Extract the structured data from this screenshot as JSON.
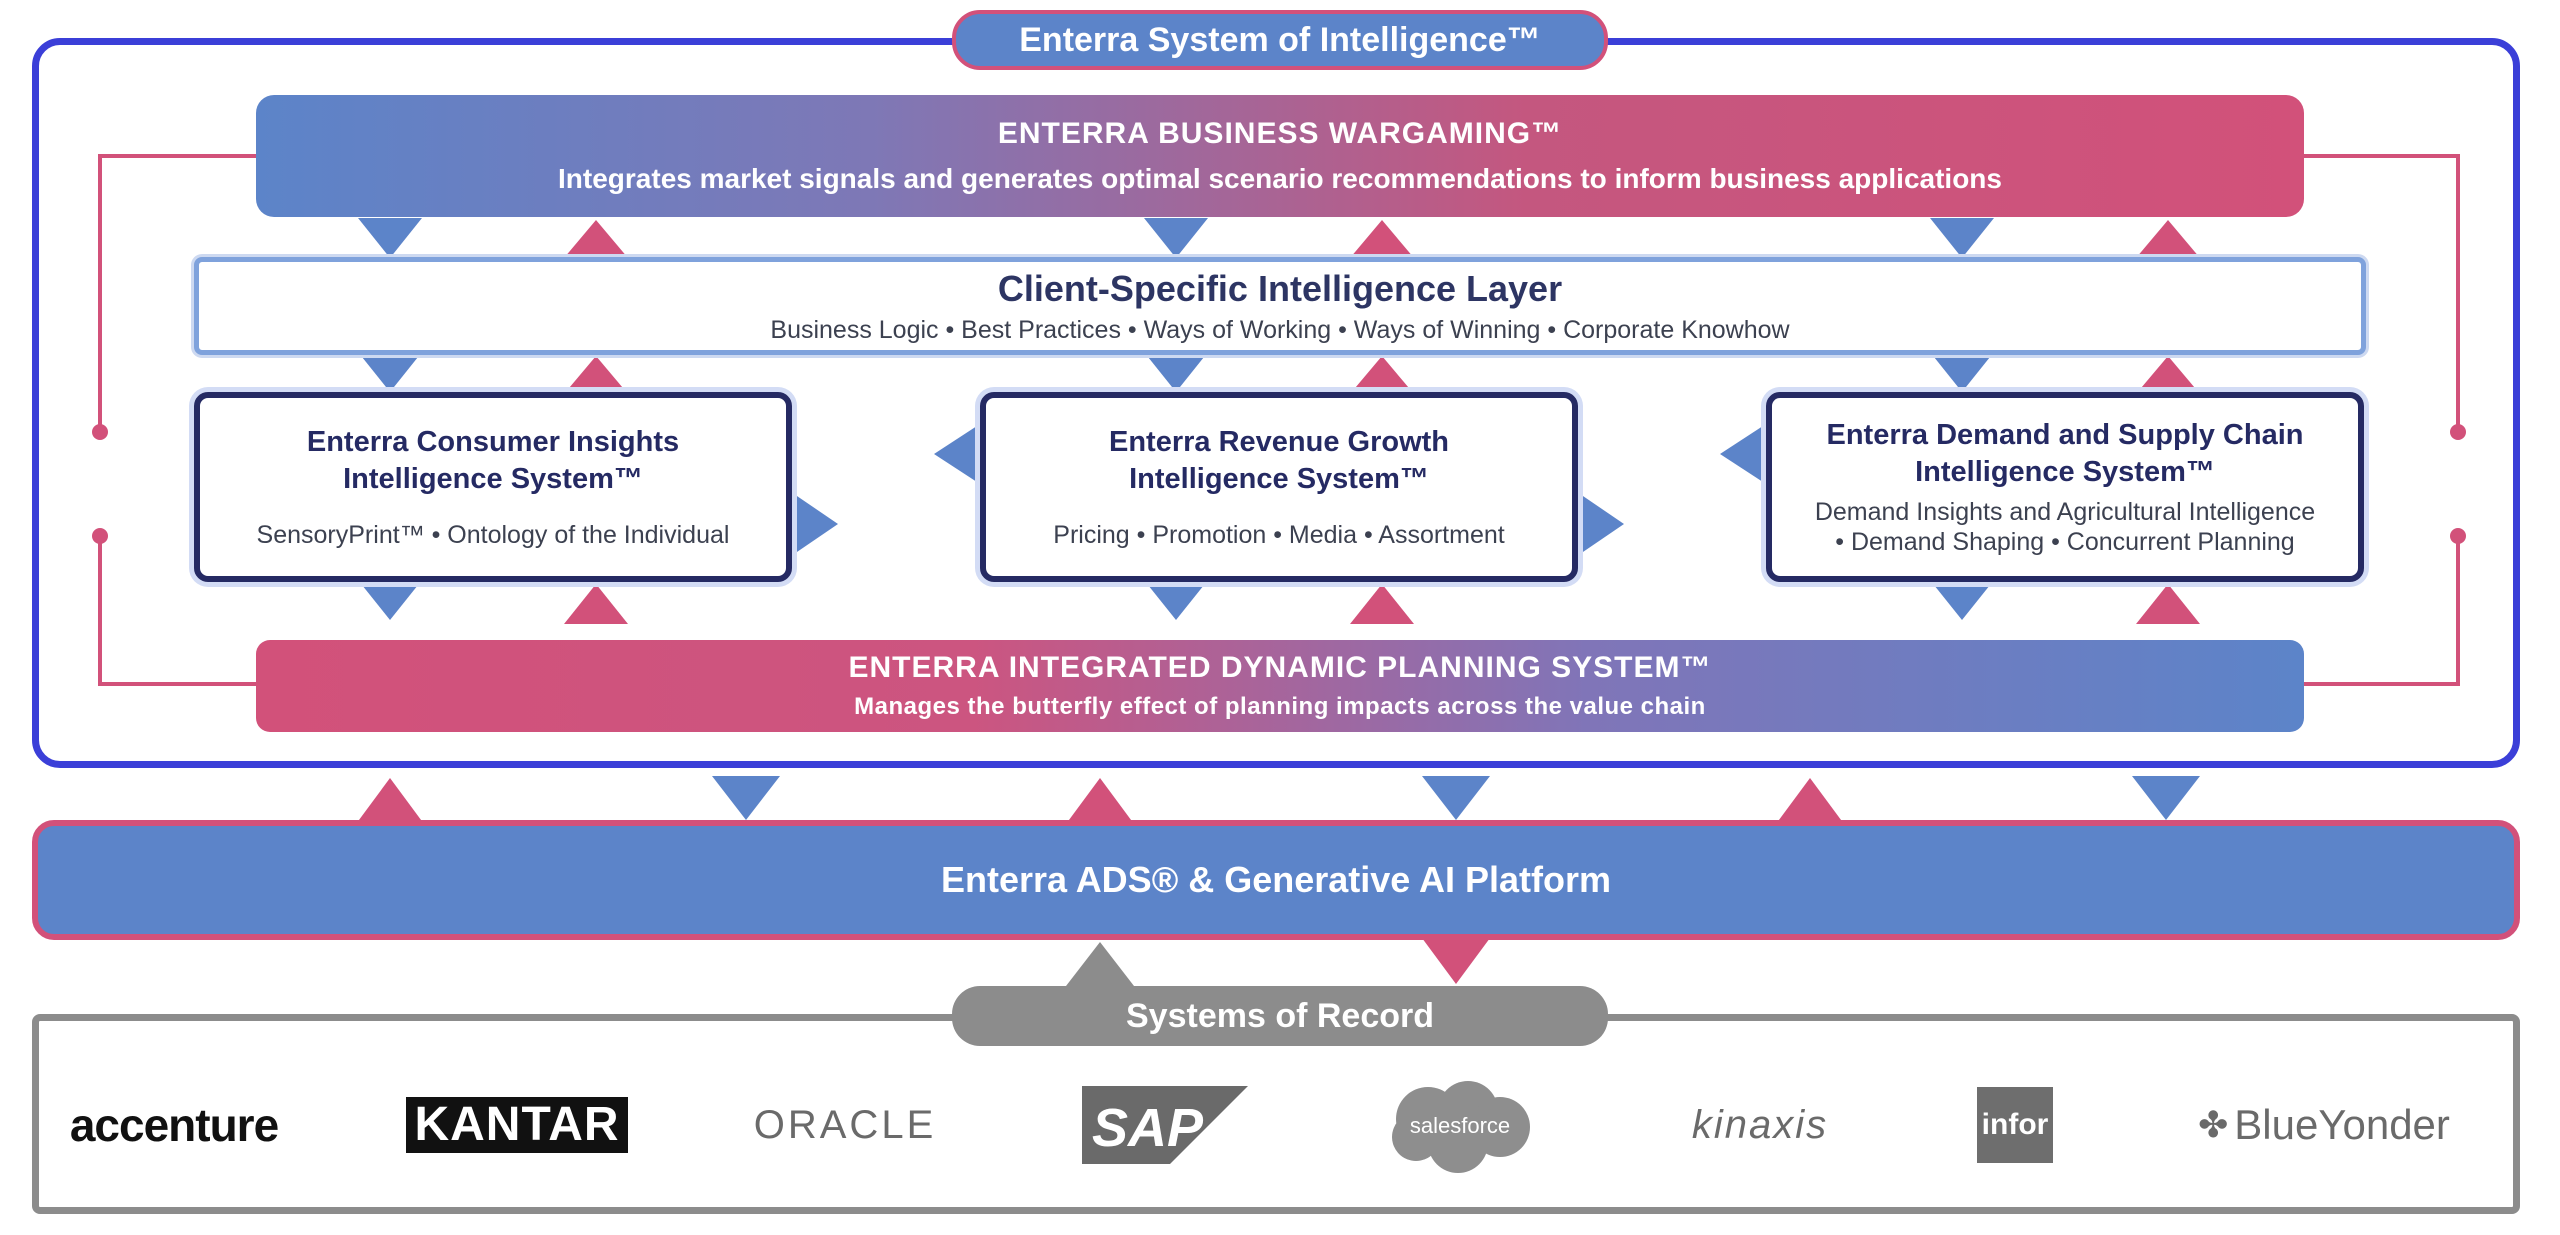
{
  "title": "Enterra System of Intelligence™",
  "wargaming": {
    "title": "ENTERRA BUSINESS WARGAMING™",
    "subtitle": "Integrates market signals and generates optimal scenario recommendations to inform  business applications"
  },
  "client_layer": {
    "title": "Client-Specific Intelligence Layer",
    "subtitle": "Business Logic • Best Practices • Ways of Working • Ways of Winning • Corporate Knowhow"
  },
  "systems": [
    {
      "title_line1": "Enterra Consumer Insights",
      "title_line2": "Intelligence System™",
      "detail_line1": "SensoryPrint™ • Ontology of the Individual",
      "detail_line2": ""
    },
    {
      "title_line1": "Enterra Revenue Growth",
      "title_line2": "Intelligence System™",
      "detail_line1": "Pricing • Promotion • Media • Assortment",
      "detail_line2": ""
    },
    {
      "title_line1": "Enterra Demand and Supply Chain",
      "title_line2": "Intelligence System™",
      "detail_line1": "Demand Insights and Agricultural Intelligence",
      "detail_line2": "• Demand Shaping • Concurrent Planning"
    }
  ],
  "planning": {
    "title": "ENTERRA INTEGRATED DYNAMIC PLANNING SYSTEM™",
    "subtitle": "Manages the butterfly effect of planning impacts across the value chain"
  },
  "platform": {
    "label": "Enterra ADS® & Generative AI Platform"
  },
  "systems_of_record": {
    "label": "Systems of Record",
    "logos": {
      "accenture": "accenture",
      "kantar": "KANTAR",
      "oracle": "ORACLE",
      "sap": "SAP",
      "salesforce": "salesforce",
      "kinaxis": "kinaxis",
      "infor": "infor",
      "blueyonder": "BlueYonder"
    }
  },
  "colors": {
    "blue": "#5c84c9",
    "pink": "#d2517a",
    "navy": "#252a63",
    "frame": "#3b3fd8",
    "gray": "#8c8c8c"
  }
}
